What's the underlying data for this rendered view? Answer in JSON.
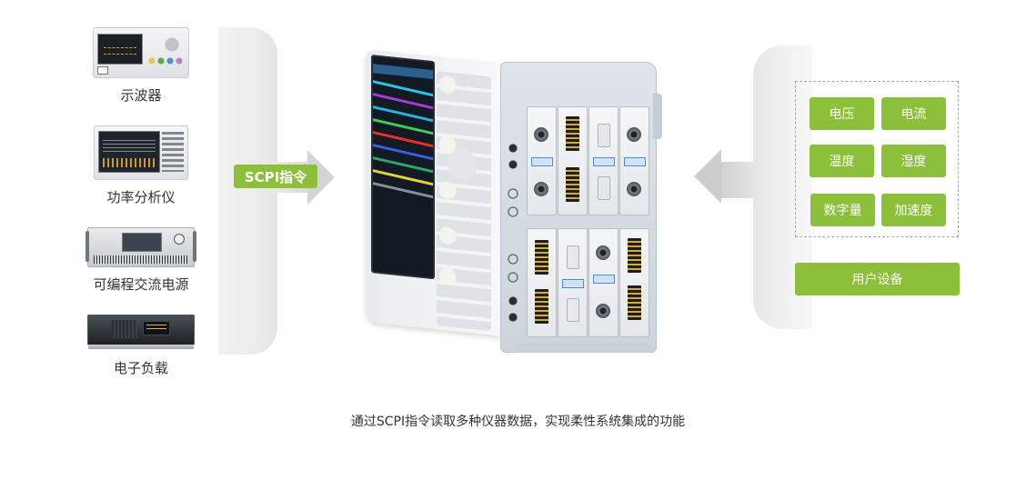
{
  "instruments": [
    {
      "label": "示波器",
      "icon": "oscilloscope-icon"
    },
    {
      "label": "功率分析仪",
      "icon": "power-analyzer-icon"
    },
    {
      "label": "可编程交流电源",
      "icon": "ac-power-source-icon"
    },
    {
      "label": "电子负载",
      "icon": "electronic-load-icon"
    }
  ],
  "scpi_tag": {
    "label": "SCPI指令"
  },
  "central_device": {
    "icon": "data-acquisition-instrument-icon"
  },
  "signal_types": [
    {
      "label": "电压"
    },
    {
      "label": "电流"
    },
    {
      "label": "温度"
    },
    {
      "label": "湿度"
    },
    {
      "label": "数字量"
    },
    {
      "label": "加速度"
    }
  ],
  "user_device": {
    "label": "用户设备"
  },
  "caption": "通过SCPI指令读取多种仪器数据，实现柔性系统集成的功能",
  "colors": {
    "accent_green": "#8dc03a",
    "band_gray": "#ebebec",
    "text": "#333333"
  },
  "screen_traces": [
    "#2ec4e6",
    "#a83ad6",
    "#29b3e0",
    "#3ccf5a",
    "#e8302b",
    "#3a5fe0",
    "#2aa86c",
    "#e5d23a",
    "#8a8f96"
  ]
}
